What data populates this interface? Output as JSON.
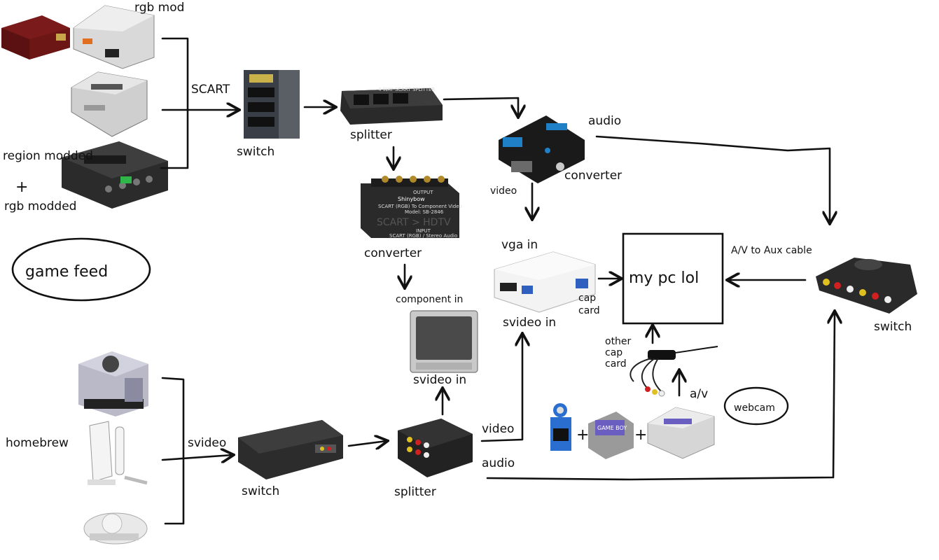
{
  "labels": {
    "rgb_mod": "rgb mod",
    "region_modded": "region modded",
    "plus": "+",
    "rgb_modded": "rgb modded",
    "game_feed": "game feed",
    "scart": "SCART",
    "switch_top": "switch",
    "splitter_top": "splitter",
    "converter_mid": "converter",
    "audio_top": "audio",
    "video_top": "video",
    "converter_right": "converter",
    "vga_in": "vga in",
    "svideo_in_cap": "svideo in",
    "cap_card": "cap card",
    "my_pc": "my pc lol",
    "av_aux": "A/V to Aux cable",
    "switch_right": "switch",
    "component_in": "component in",
    "svideo_in_tv": "svideo in",
    "other_cap_card": "other cap card",
    "av": "a/v",
    "webcam": "webcam",
    "homebrew": "homebrew",
    "svideo": "svideo",
    "switch_bottom": "switch",
    "splitter_bottom": "splitter",
    "video_bottom": "video",
    "audio_bottom": "audio",
    "plus_1": "+",
    "plus_2": "+"
  },
  "device_text": {
    "scart_splitter": "4 WAY SCART SPLITTER",
    "conv_output": "OUTPUT",
    "conv_brand": "Shinybow",
    "conv_title": "SCART (RGB) To Component Video",
    "conv_model": "Model: SB-2846",
    "conv_big": "SCART > HDTV",
    "conv_input": "INPUT",
    "conv_input_sub": "SCART (RGB) / Stereo Audio",
    "gameboy": "GAME BOY"
  },
  "devices": [
    "famicom-icon",
    "super-famicom-icon",
    "n64-icon",
    "scart-switch-icon",
    "scart-splitter-icon",
    "rgb-to-component-converter-icon",
    "vga-converter-board-icon",
    "crt-tv-icon",
    "capture-card-icon",
    "audio-switch-icon",
    "usb-capture-dongle-icon",
    "gamecube-icon",
    "wii-icon",
    "psone-icon",
    "svideo-switch-icon",
    "av-splitter-icon",
    "gameboy-camera-icon",
    "super-gameboy-icon",
    "snes-icon"
  ]
}
